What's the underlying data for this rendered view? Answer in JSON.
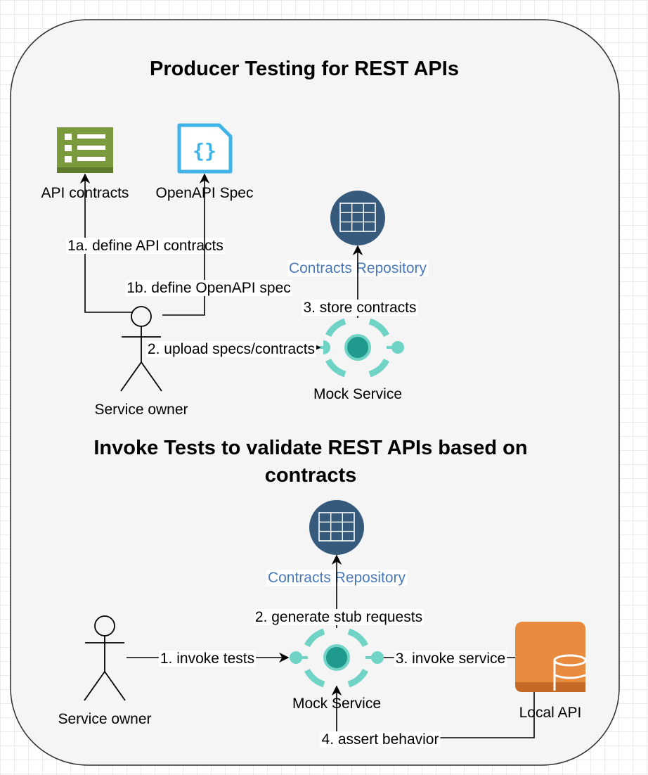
{
  "sections": {
    "producer": {
      "title": "Producer Testing for REST APIs",
      "api_contracts_label": "API contracts",
      "openapi_spec_label": "OpenAPI Spec",
      "repository_label": "Contracts Repository",
      "service_owner_label": "Service owner",
      "mock_service_label": "Mock Service",
      "edges": {
        "define_contracts": "1a. define API contracts",
        "define_spec": "1b. define OpenAPI spec",
        "upload": "2. upload specs/contracts",
        "store": "3. store contracts"
      }
    },
    "invoke": {
      "title_line1": "Invoke Tests to validate REST APIs based on",
      "title_line2": "contracts",
      "repository_label": "Contracts Repository",
      "service_owner_label": "Service owner",
      "mock_service_label": "Mock Service",
      "local_api_label": "Local API",
      "edges": {
        "invoke_tests": "1. invoke tests",
        "generate_stub": "2. generate stub requests",
        "invoke_service": "3. invoke service",
        "assert": "4. assert behavior"
      }
    }
  },
  "colors": {
    "container_fill": "#f5f5f5",
    "contracts_icon": "#7a9a3d",
    "openapi_icon": "#3fb2e8",
    "repository_icon": "#355a7c",
    "mock_service": "#6fd3c6",
    "mock_service_core": "#1f9a8c",
    "local_api": "#e98b3f",
    "repository_text": "#4a79b9"
  },
  "icons": [
    "list-document-icon",
    "json-document-icon",
    "database-table-icon",
    "mock-service-icon",
    "database-server-icon",
    "stick-figure-icon"
  ]
}
